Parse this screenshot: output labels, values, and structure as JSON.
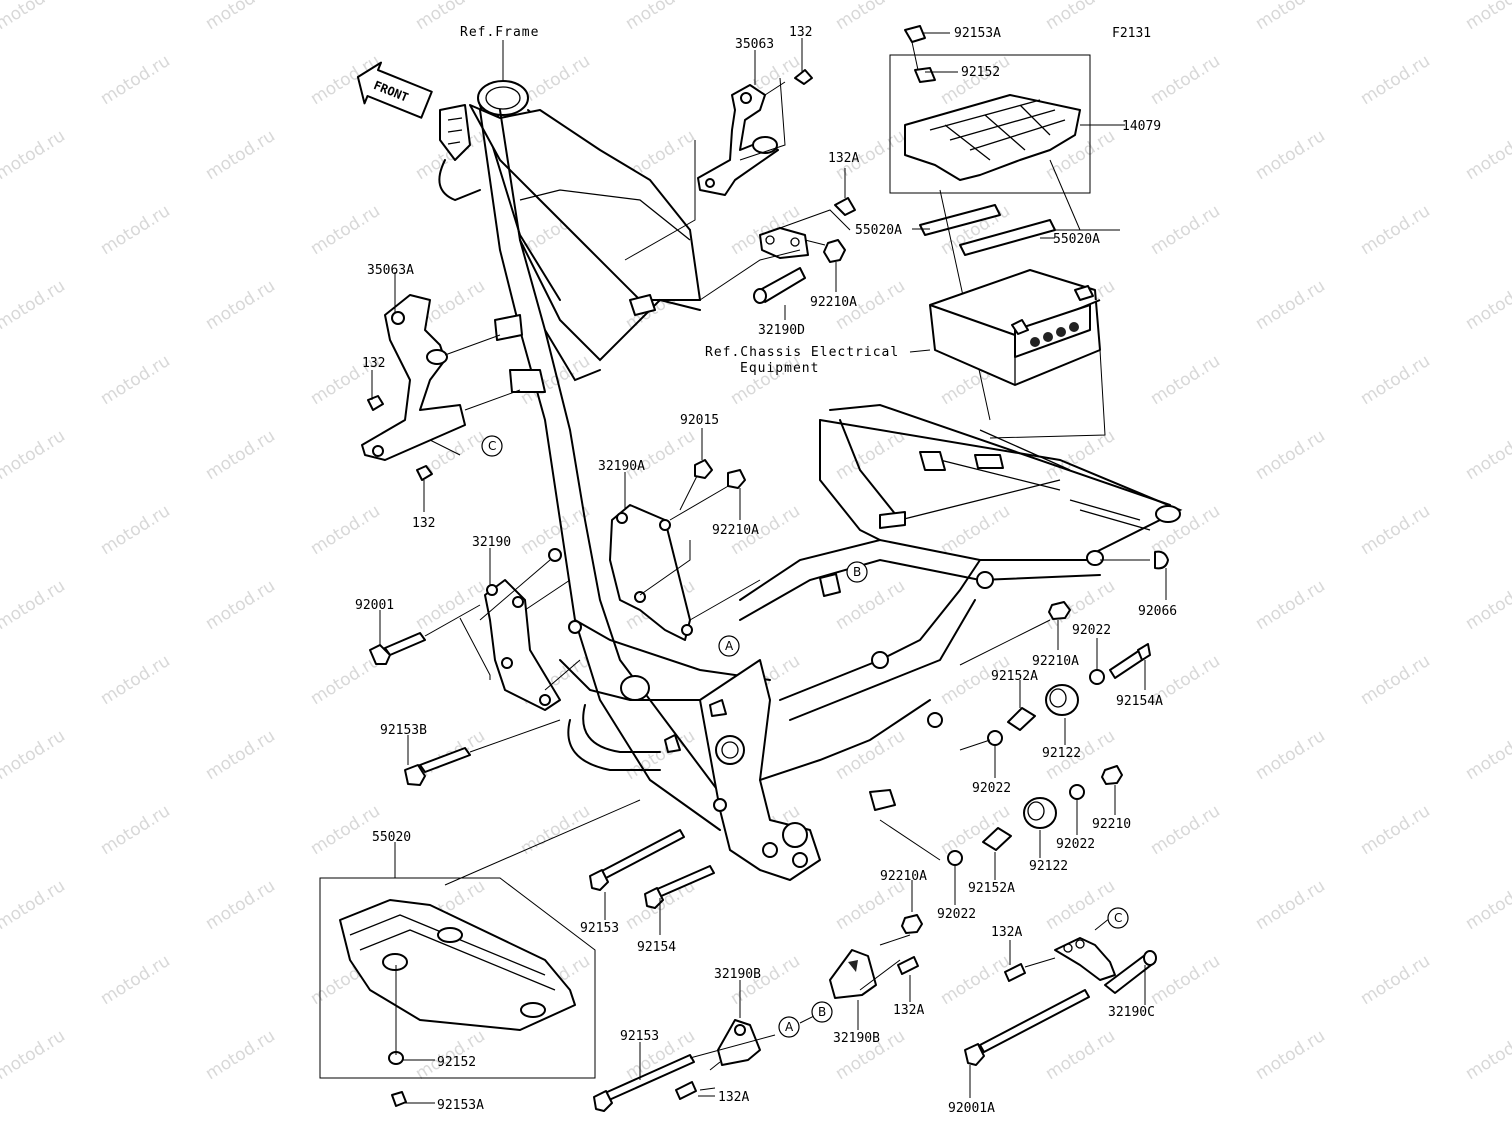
{
  "figure_code": "F2131",
  "front_label": "FRONT",
  "watermark": "motod.ru",
  "callouts": [
    {
      "id": "ref-frame",
      "text": "Ref.Frame"
    },
    {
      "id": "35063",
      "text": "35063"
    },
    {
      "id": "132-a",
      "text": "132"
    },
    {
      "id": "92153a-top",
      "text": "92153A"
    },
    {
      "id": "92152-top",
      "text": "92152"
    },
    {
      "id": "14079",
      "text": "14079"
    },
    {
      "id": "132a-top",
      "text": "132A"
    },
    {
      "id": "55020a-left",
      "text": "55020A"
    },
    {
      "id": "55020a-right",
      "text": "55020A"
    },
    {
      "id": "92210a-upper",
      "text": "92210A"
    },
    {
      "id": "32190d",
      "text": "32190D"
    },
    {
      "id": "ref-chassis-1",
      "text": "Ref.Chassis Electrical"
    },
    {
      "id": "ref-chassis-2",
      "text": "Equipment"
    },
    {
      "id": "35063a",
      "text": "35063A"
    },
    {
      "id": "132-b",
      "text": "132"
    },
    {
      "id": "132-c",
      "text": "132"
    },
    {
      "id": "92015",
      "text": "92015"
    },
    {
      "id": "32190a",
      "text": "32190A"
    },
    {
      "id": "92210a-mid",
      "text": "92210A"
    },
    {
      "id": "32190",
      "text": "32190"
    },
    {
      "id": "92001",
      "text": "92001"
    },
    {
      "id": "92153b",
      "text": "92153B"
    },
    {
      "id": "92066",
      "text": "92066"
    },
    {
      "id": "92022-a",
      "text": "92022"
    },
    {
      "id": "92210a-right",
      "text": "92210A"
    },
    {
      "id": "92154a",
      "text": "92154A"
    },
    {
      "id": "92152a-a",
      "text": "92152A"
    },
    {
      "id": "92122-a",
      "text": "92122"
    },
    {
      "id": "92022-b",
      "text": "92022"
    },
    {
      "id": "92210",
      "text": "92210"
    },
    {
      "id": "92022-c",
      "text": "92022"
    },
    {
      "id": "92122-b",
      "text": "92122"
    },
    {
      "id": "92152a-b",
      "text": "92152A"
    },
    {
      "id": "92022-d",
      "text": "92022"
    },
    {
      "id": "92210a-low",
      "text": "92210A"
    },
    {
      "id": "55020",
      "text": "55020"
    },
    {
      "id": "92153-a",
      "text": "92153"
    },
    {
      "id": "92154",
      "text": "92154"
    },
    {
      "id": "32190b-a",
      "text": "32190B"
    },
    {
      "id": "32190b-b",
      "text": "32190B"
    },
    {
      "id": "132a-mid",
      "text": "132A"
    },
    {
      "id": "132a-right",
      "text": "132A"
    },
    {
      "id": "32190c",
      "text": "32190C"
    },
    {
      "id": "92153-b",
      "text": "92153"
    },
    {
      "id": "132a-bottom",
      "text": "132A"
    },
    {
      "id": "92152-bottom",
      "text": "92152"
    },
    {
      "id": "92153a-bottom",
      "text": "92153A"
    },
    {
      "id": "92001a",
      "text": "92001A"
    }
  ],
  "circle_markers": [
    {
      "id": "c-left",
      "letter": "C"
    },
    {
      "id": "b-frame",
      "letter": "B"
    },
    {
      "id": "a-frame",
      "letter": "A"
    },
    {
      "id": "c-right",
      "letter": "C"
    },
    {
      "id": "b-bottom",
      "letter": "B"
    },
    {
      "id": "a-bottom",
      "letter": "A"
    }
  ]
}
